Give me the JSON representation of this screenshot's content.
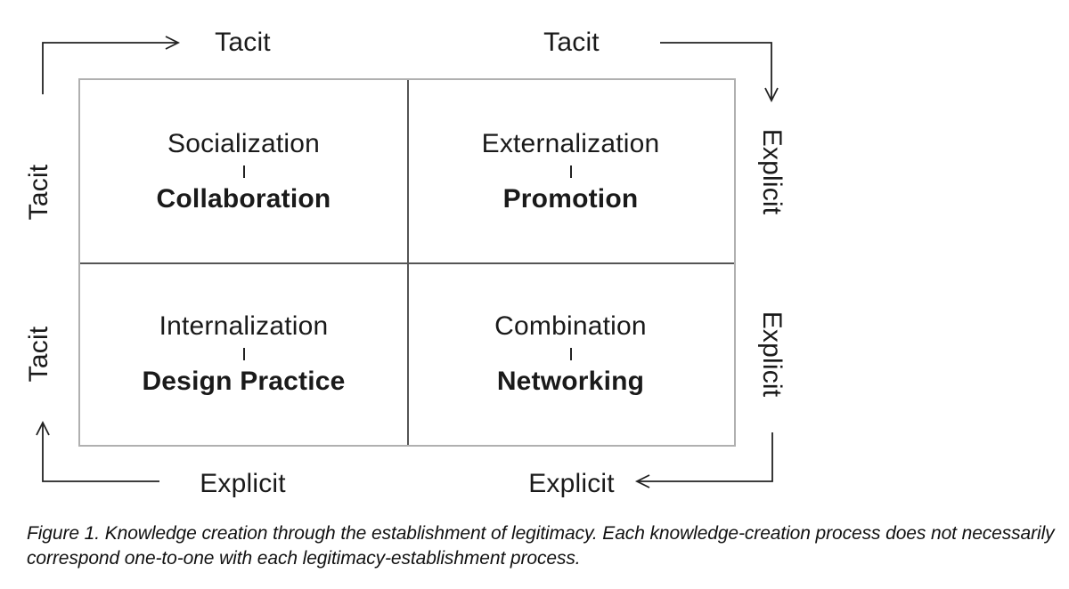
{
  "figure": {
    "type": "2x2-knowledge-matrix",
    "axes": {
      "top": [
        "Tacit",
        "Tacit"
      ],
      "left": [
        "Tacit",
        "Tacit"
      ],
      "right": [
        "Explicit",
        "Explicit"
      ],
      "bottom": [
        "Explicit",
        "Explicit"
      ]
    },
    "quadrants": [
      {
        "process": "Socialization",
        "mechanism": "Collaboration"
      },
      {
        "process": "Externalization",
        "mechanism": "Promotion"
      },
      {
        "process": "Internalization",
        "mechanism": "Design Practice"
      },
      {
        "process": "Combination",
        "mechanism": "Networking"
      }
    ],
    "caption": {
      "lines": [
        "Figure 1. Knowledge creation through the establishment of legitimacy. Each knowledge-creation process does not necessarily",
        "correspond one-to-one with each legitimacy-establishment process."
      ]
    },
    "colors": {
      "background": "#ffffff",
      "text": "#1a1a1a",
      "arrow": "#222222",
      "box_border": "#b0b0b0",
      "divider": "#555555"
    }
  }
}
